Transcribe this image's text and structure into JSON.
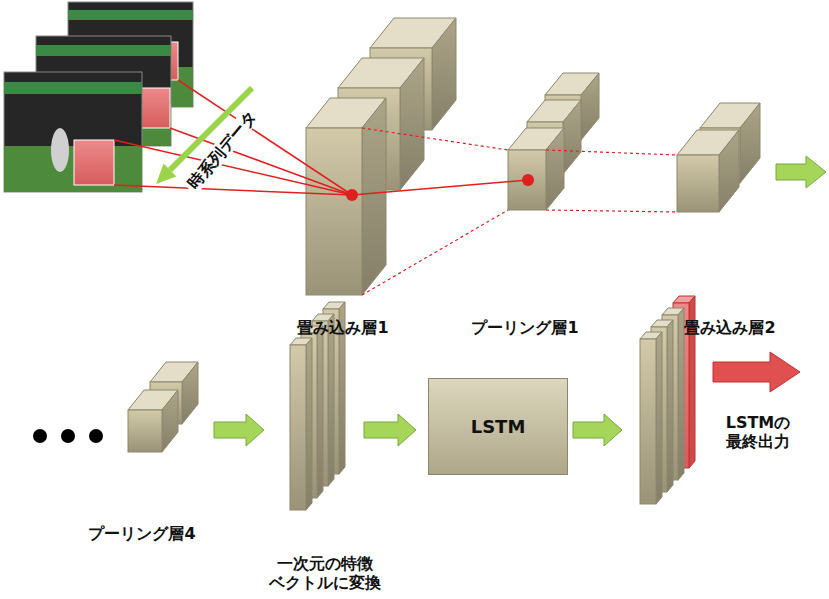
{
  "diagram": {
    "nodes": [
      {
        "text": [
          "畳み込み層1"
        ]
      },
      {
        "text": [
          "プーリング層1"
        ]
      },
      {
        "text": [
          "畳み込み層2"
        ]
      },
      {
        "text": [
          "プーリング層4"
        ]
      },
      {
        "text": [
          "一次元の特徴 ベクトルに変換"
        ]
      },
      {
        "text": [
          "LSTM"
        ]
      },
      {
        "text": [
          "LSTMの 最終出力"
        ]
      }
    ],
    "edges": [
      {
        "from": 3,
        "to": 4,
        "arrow": "to"
      },
      {
        "from": 4,
        "to": 5,
        "arrow": "to"
      },
      {
        "from": 5,
        "to": 6,
        "arrow": "to"
      }
    ],
    "labels": [
      "時系列データ"
    ]
  }
}
